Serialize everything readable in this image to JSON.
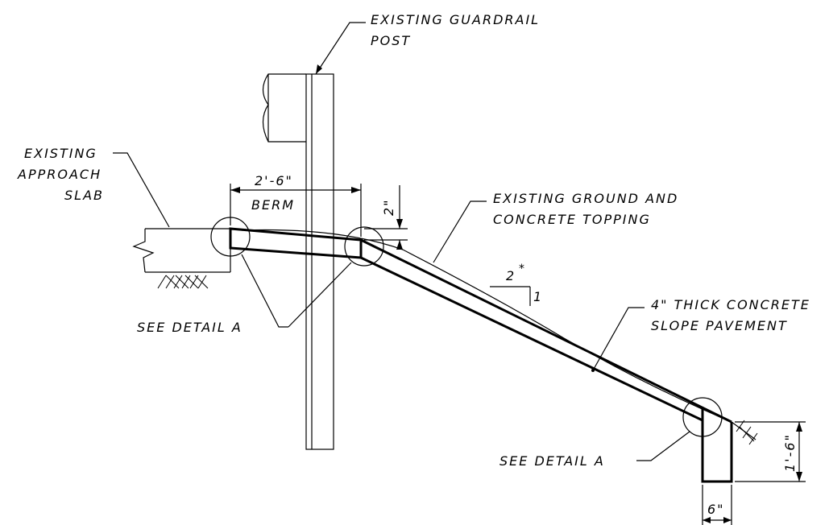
{
  "colors": {
    "ink": "#000000",
    "paper": "#ffffff"
  },
  "labels": {
    "guardrail_line1": "EXISTING GUARDRAIL",
    "guardrail_line2": "POST",
    "slab_line1": "EXISTING",
    "slab_line2": "APPROACH",
    "slab_line3": "SLAB",
    "berm_dim": "2'-6\"",
    "berm": "BERM",
    "rise_dim": "2\"",
    "ground_line1": "EXISTING GROUND AND",
    "ground_line2": "CONCRETE TOPPING",
    "slope_run": "2",
    "slope_star": "*",
    "slope_rise": "1",
    "pavement_line1": "4\" THICK CONCRETE",
    "pavement_line2": "SLOPE PAVEMENT",
    "detail_left": "SEE DETAIL A",
    "detail_right": "SEE DETAIL A",
    "toe_height": "1'-6\"",
    "toe_width": "6\""
  }
}
